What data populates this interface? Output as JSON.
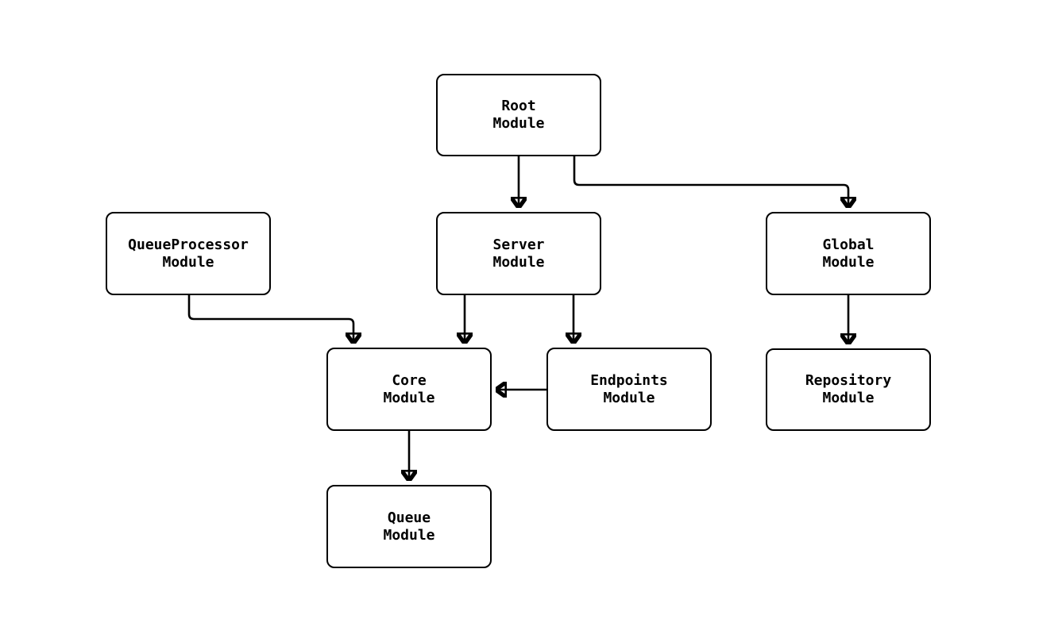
{
  "diagram": {
    "background_color": "#ffffff",
    "node_fill_color": "#ffffff",
    "node_border_color": "#000000",
    "edge_color": "#000000",
    "text_color": "#000000",
    "nodes": {
      "root": {
        "label": "Root\nModule"
      },
      "queueprocessor": {
        "label": "QueueProcessor\nModule"
      },
      "server": {
        "label": "Server\nModule"
      },
      "global": {
        "label": "Global\nModule"
      },
      "core": {
        "label": "Core\nModule"
      },
      "endpoints": {
        "label": "Endpoints\nModule"
      },
      "repository": {
        "label": "Repository\nModule"
      },
      "queue": {
        "label": "Queue\nModule"
      }
    },
    "edges": [
      {
        "from": "Root Module",
        "to": "Server Module"
      },
      {
        "from": "Root Module",
        "to": "Global Module"
      },
      {
        "from": "QueueProcessor Module",
        "to": "Core Module"
      },
      {
        "from": "Server Module",
        "to": "Core Module"
      },
      {
        "from": "Server Module",
        "to": "Endpoints Module"
      },
      {
        "from": "Endpoints Module",
        "to": "Core Module"
      },
      {
        "from": "Global Module",
        "to": "Repository Module"
      },
      {
        "from": "Core Module",
        "to": "Queue Module"
      }
    ]
  }
}
